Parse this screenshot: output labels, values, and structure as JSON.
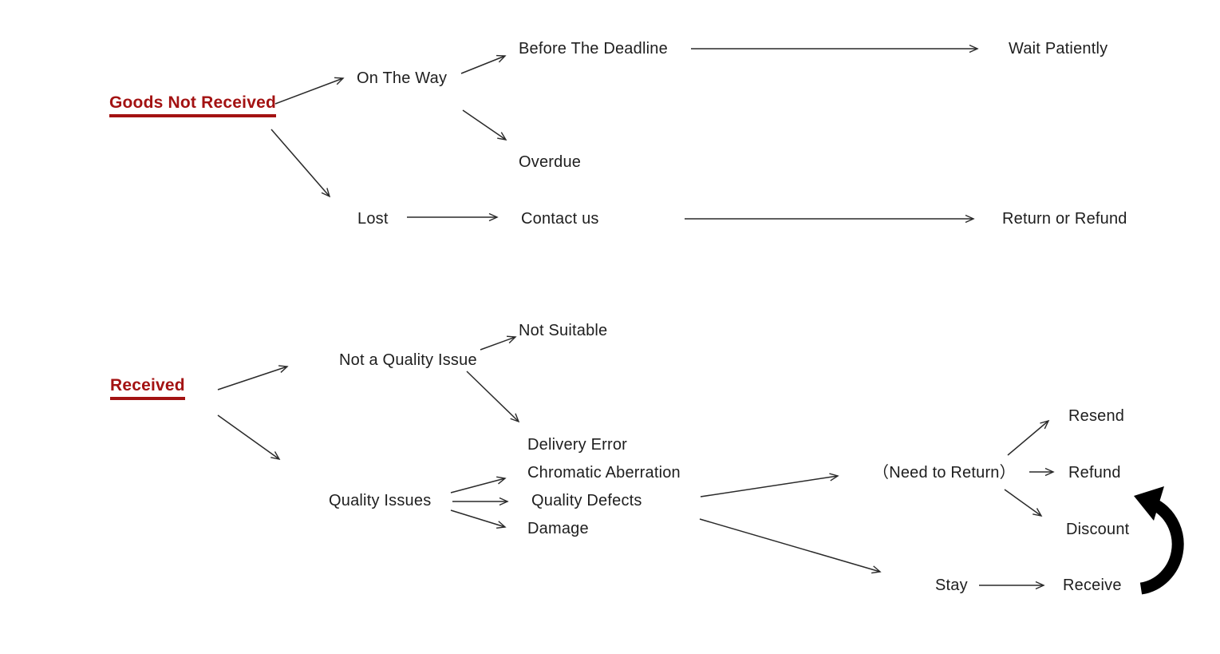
{
  "diagram": {
    "background_color": "#ffffff",
    "line_color": "#2a2a2a",
    "text_color": "#1e1e1e",
    "root_color": "#a31212",
    "roots": [
      "goods_not_received",
      "received"
    ],
    "nodes": {
      "goods_not_received": "Goods Not Received",
      "on_the_way": "On The Way",
      "before_the_deadline": "Before The Deadline",
      "wait_patiently": "Wait Patiently",
      "overdue": "Overdue",
      "lost": "Lost",
      "contact_us": "Contact us",
      "return_or_refund": "Return or Refund",
      "received": "Received",
      "not_a_quality_issue": "Not a Quality Issue",
      "not_suitable": "Not Suitable",
      "delivery_error": "Delivery Error",
      "quality_issues": "Quality Issues",
      "chromatic_aberration": "Chromatic Aberration",
      "quality_defects": "Quality Defects",
      "damage": "Damage",
      "need_to_return": "（Need to Return）",
      "resend": "Resend",
      "refund": "Refund",
      "discount": "Discount",
      "stay": "Stay",
      "receive": "Receive"
    },
    "edges": [
      {
        "from": "goods_not_received",
        "to": "on_the_way",
        "style": "thin-arrow"
      },
      {
        "from": "on_the_way",
        "to": "before_the_deadline",
        "style": "thin-arrow"
      },
      {
        "from": "on_the_way",
        "to": "overdue",
        "style": "thin-arrow"
      },
      {
        "from": "before_the_deadline",
        "to": "wait_patiently",
        "style": "thin-arrow"
      },
      {
        "from": "goods_not_received",
        "to": "lost",
        "style": "thin-arrow"
      },
      {
        "from": "lost",
        "to": "contact_us",
        "style": "thin-arrow"
      },
      {
        "from": "contact_us",
        "to": "return_or_refund",
        "style": "thin-arrow"
      },
      {
        "from": "received",
        "to": "not_a_quality_issue",
        "style": "thin-arrow"
      },
      {
        "from": "not_a_quality_issue",
        "to": "not_suitable",
        "style": "thin-arrow"
      },
      {
        "from": "not_a_quality_issue",
        "to": "delivery_error",
        "style": "thin-arrow"
      },
      {
        "from": "received",
        "to": "quality_issues",
        "style": "thin-arrow"
      },
      {
        "from": "quality_issues",
        "to": "chromatic_aberration",
        "style": "thin-arrow"
      },
      {
        "from": "quality_issues",
        "to": "quality_defects",
        "style": "thin-arrow"
      },
      {
        "from": "quality_issues",
        "to": "damage",
        "style": "thin-arrow"
      },
      {
        "from": "quality_defects",
        "to": "need_to_return",
        "style": "thin-arrow"
      },
      {
        "from": "quality_defects",
        "to": "stay",
        "style": "thin-arrow"
      },
      {
        "from": "need_to_return",
        "to": "resend",
        "style": "thin-arrow"
      },
      {
        "from": "need_to_return",
        "to": "refund",
        "style": "thin-arrow"
      },
      {
        "from": "need_to_return",
        "to": "discount",
        "style": "thin-arrow"
      },
      {
        "from": "stay",
        "to": "receive",
        "style": "thin-arrow"
      },
      {
        "from": "receive",
        "to": "discount",
        "style": "thick-curved-arrow"
      }
    ]
  }
}
